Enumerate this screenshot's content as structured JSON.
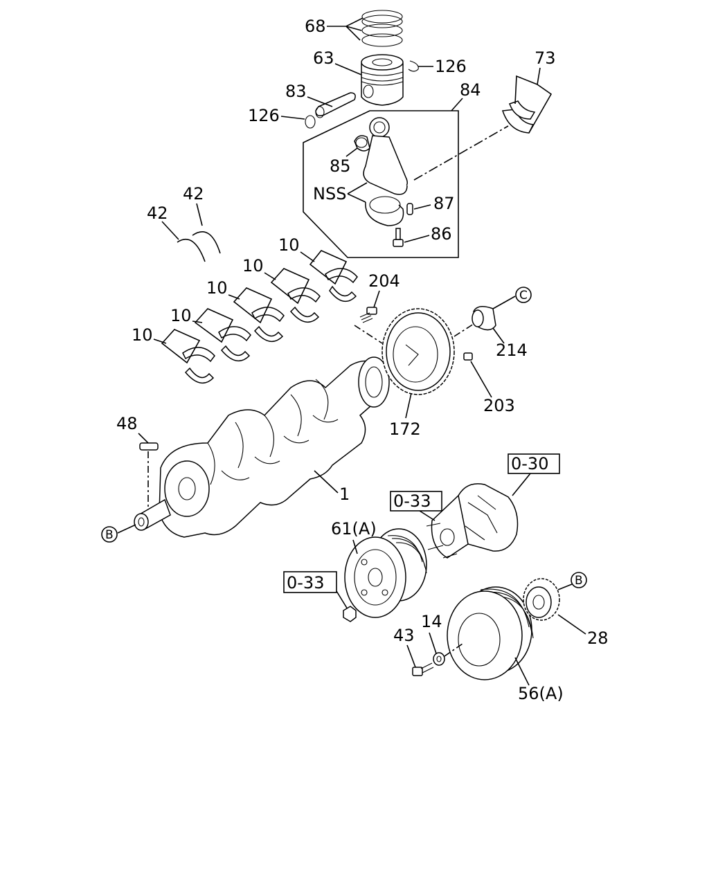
{
  "diagram": {
    "labels": {
      "p68": "68",
      "p63": "63",
      "p126a": "126",
      "p126b": "126",
      "p83": "83",
      "p84": "84",
      "p73": "73",
      "p85": "85",
      "nss": "NSS",
      "p87": "87",
      "p86": "86",
      "p42a": "42",
      "p42b": "42",
      "p10a": "10",
      "p10b": "10",
      "p10c": "10",
      "p10d": "10",
      "p10e": "10",
      "p204": "204",
      "p214": "214",
      "p203": "203",
      "p172": "172",
      "p48": "48",
      "p1": "1",
      "p61": "61(A)",
      "p14": "14",
      "p43": "43",
      "p56": "56(A)",
      "p28": "28"
    },
    "refs": {
      "box030": "0-30",
      "box033a": "0-33",
      "box033b": "0-33",
      "circleC": "C",
      "circleB1": "B",
      "circleB2": "B"
    }
  }
}
